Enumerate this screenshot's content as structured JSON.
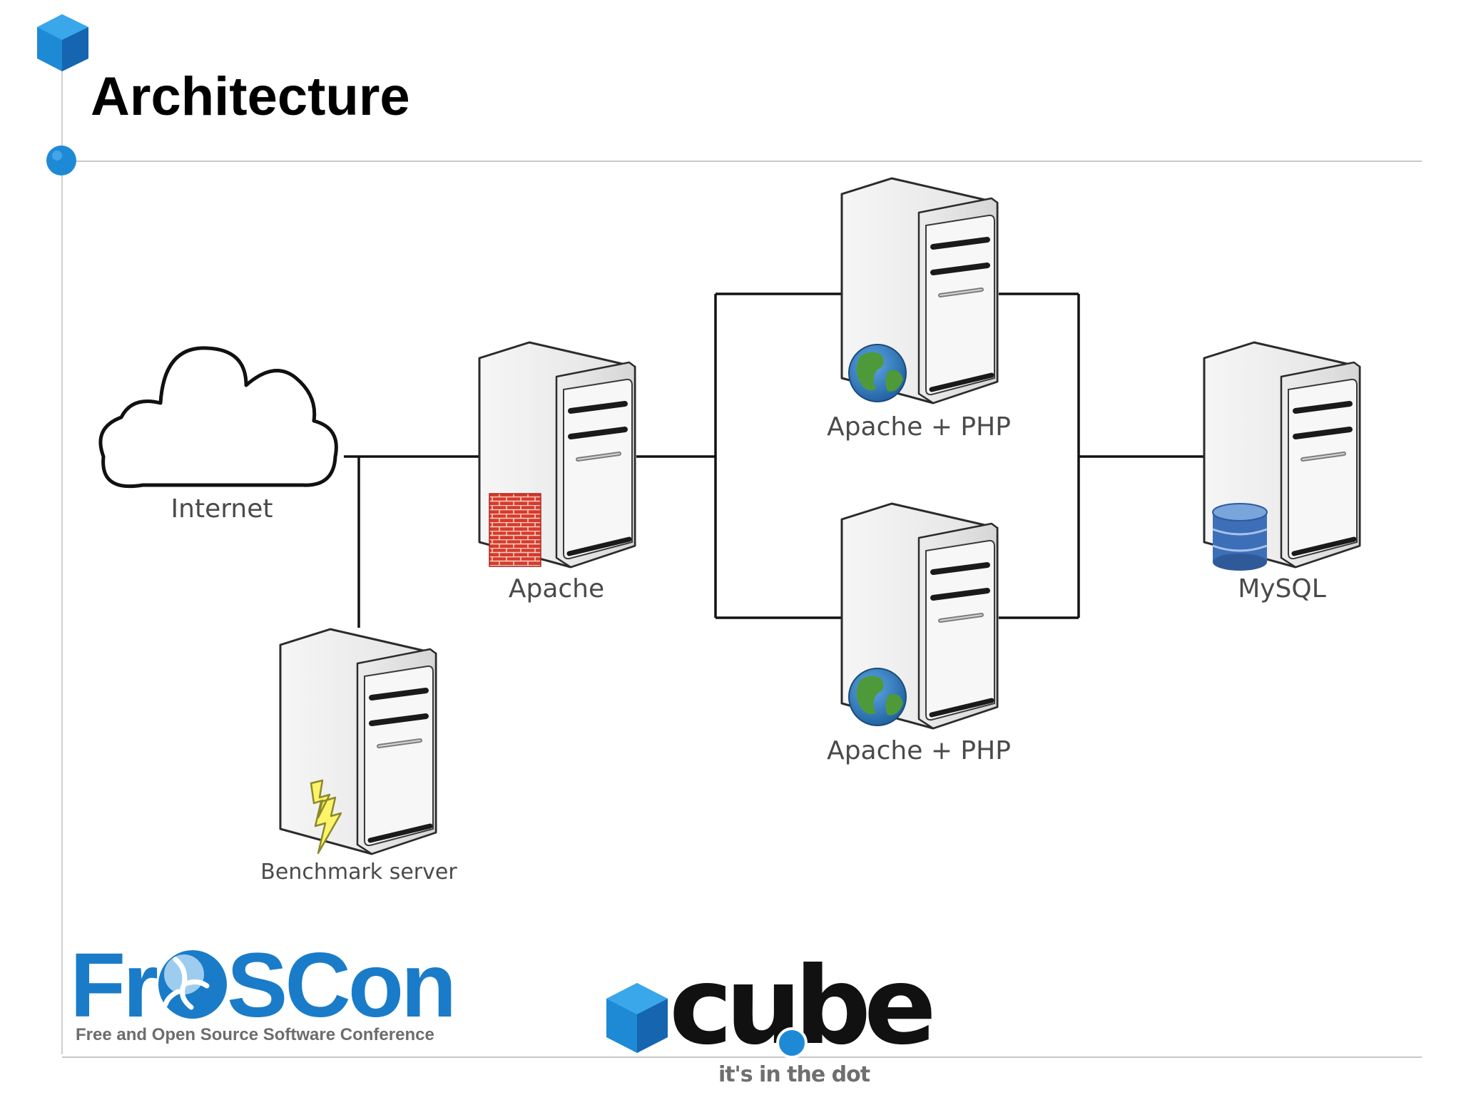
{
  "slide": {
    "title": "Architecture",
    "accent_color": "#1e8ad6",
    "rule_color": "#c8c8c8"
  },
  "diagram": {
    "nodes": {
      "internet": {
        "label": "Internet",
        "icon": "cloud-icon"
      },
      "apache": {
        "label": "Apache",
        "icon": "server-icon",
        "badge": "firewall-icon"
      },
      "app1": {
        "label": "Apache + PHP",
        "icon": "server-icon",
        "badge": "globe-icon"
      },
      "app2": {
        "label": "Apache + PHP",
        "icon": "server-icon",
        "badge": "globe-icon"
      },
      "mysql": {
        "label": "MySQL",
        "icon": "server-icon",
        "badge": "database-icon"
      },
      "bench": {
        "label": "Benchmark server",
        "icon": "server-icon",
        "badge": "lightning-icon"
      }
    },
    "edges": [
      [
        "internet",
        "apache"
      ],
      [
        "internet",
        "bench"
      ],
      [
        "apache",
        "app1"
      ],
      [
        "apache",
        "app2"
      ],
      [
        "app1",
        "mysql"
      ],
      [
        "app2",
        "mysql"
      ]
    ]
  },
  "logos": {
    "froscon": {
      "name": "FrOSCon",
      "tagline": "Free and Open Source Software Conference",
      "color": "#1a7cc9"
    },
    "cube": {
      "name": "cube",
      "tagline": "it's in the dot",
      "color": "#1e8ad6"
    }
  }
}
